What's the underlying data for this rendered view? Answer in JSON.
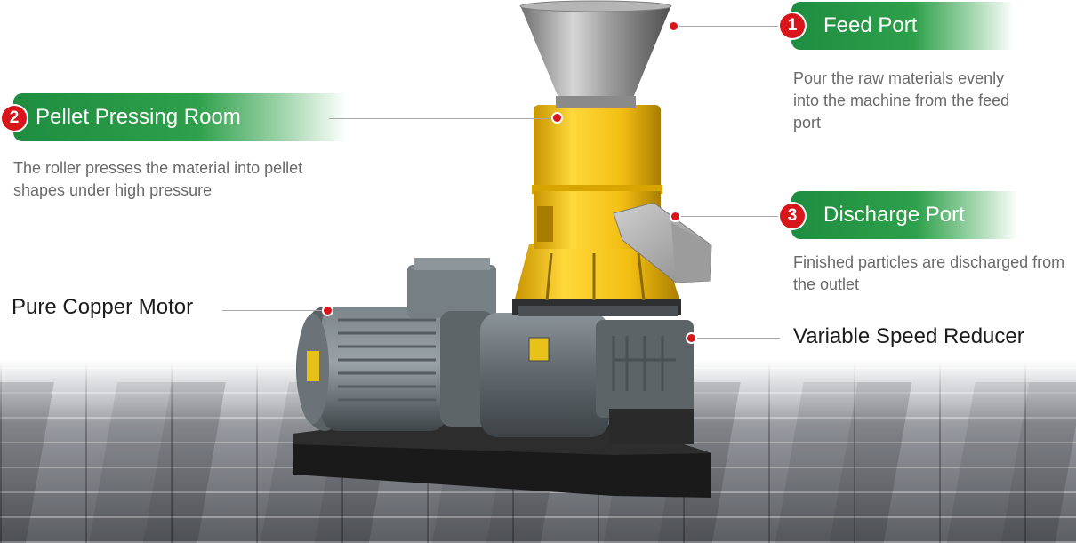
{
  "annotations": {
    "feed_port": {
      "number": "1",
      "title": "Feed Port",
      "description": "Pour the raw materials evenly into the machine from the feed port"
    },
    "pellet_pressing_room": {
      "number": "2",
      "title": "Pellet Pressing Room",
      "description": "The roller presses the material into pellet shapes under high pressure"
    },
    "discharge_port": {
      "number": "3",
      "title": "Discharge Port",
      "description": "Finished particles are discharged from the outlet"
    },
    "motor": {
      "title": "Pure Copper Motor"
    },
    "reducer": {
      "title": "Variable Speed Reducer"
    }
  },
  "colors": {
    "badge_green": "#2ea04b",
    "number_red": "#d9151c",
    "machine_yellow": "#f0c21c",
    "machine_gray": "#6b7378"
  }
}
